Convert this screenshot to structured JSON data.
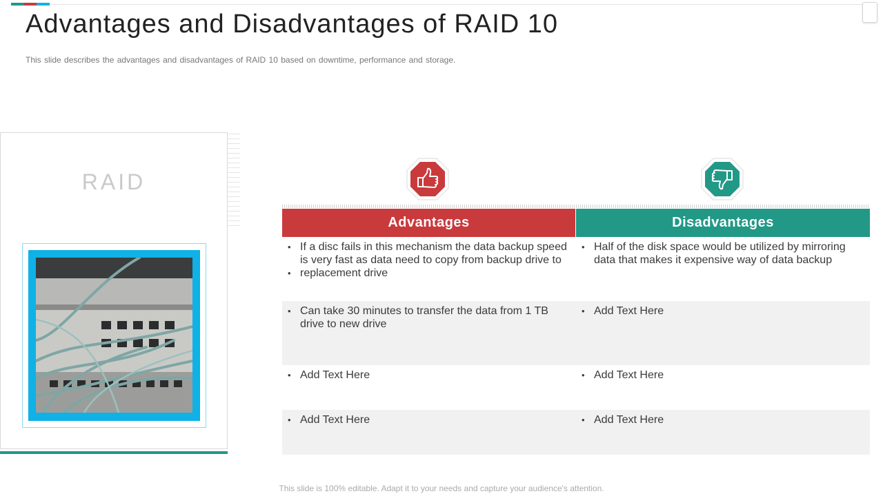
{
  "colors": {
    "advantage_red": "#c93a3c",
    "disadvantage_teal": "#229887",
    "image_blue": "#0fb1e6",
    "row_shade": "#f1f1f1"
  },
  "slide": {
    "title": "Advantages and Disadvantages of RAID 10",
    "subtitle": "This slide describes the advantages  and disadvantages  of RAID 10 based on downtime,  performance  and storage.",
    "footer": "This slide is 100% editable. Adapt it to your needs and capture your audience's attention."
  },
  "left_panel": {
    "label": "RAID"
  },
  "icons": {
    "advantages": "thumbs-up-icon",
    "disadvantages": "thumbs-down-icon"
  },
  "table": {
    "headers": {
      "advantages": "Advantages",
      "disadvantages": "Disadvantages"
    },
    "rows": [
      {
        "advantages": [
          "If a disc fails in this mechanism the data backup speed is very fast as data need to copy from backup drive to",
          "replacement drive"
        ],
        "disadvantages": [
          "Half of the disk space would be utilized by mirroring data that makes it expensive way of data backup"
        ]
      },
      {
        "advantages": [
          "Can take 30 minutes to transfer the data from 1 TB drive to new drive"
        ],
        "disadvantages": [
          "Add Text Here"
        ]
      },
      {
        "advantages": [
          "Add Text Here"
        ],
        "disadvantages": [
          "Add Text Here"
        ]
      },
      {
        "advantages": [
          "Add Text Here"
        ],
        "disadvantages": [
          "Add Text Here"
        ]
      }
    ]
  }
}
